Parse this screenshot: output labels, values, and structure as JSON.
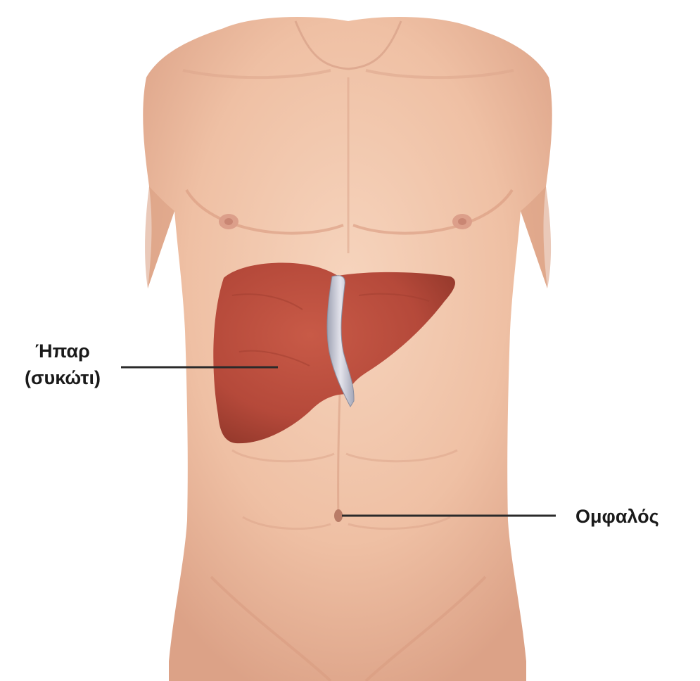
{
  "labels": {
    "liver_line1": "Ήπαρ",
    "liver_line2": "(συκώτι)",
    "navel": "Ομφαλός"
  },
  "colors": {
    "background": "#ffffff",
    "skin": "#f0c3a7",
    "skin_shadow": "#d9a084",
    "liver": "#b5493a",
    "liver_dark": "#8f3328",
    "ligament": "#c9c9d2",
    "leader_line": "#2a2a2a",
    "label_text": "#1a1a1a"
  }
}
